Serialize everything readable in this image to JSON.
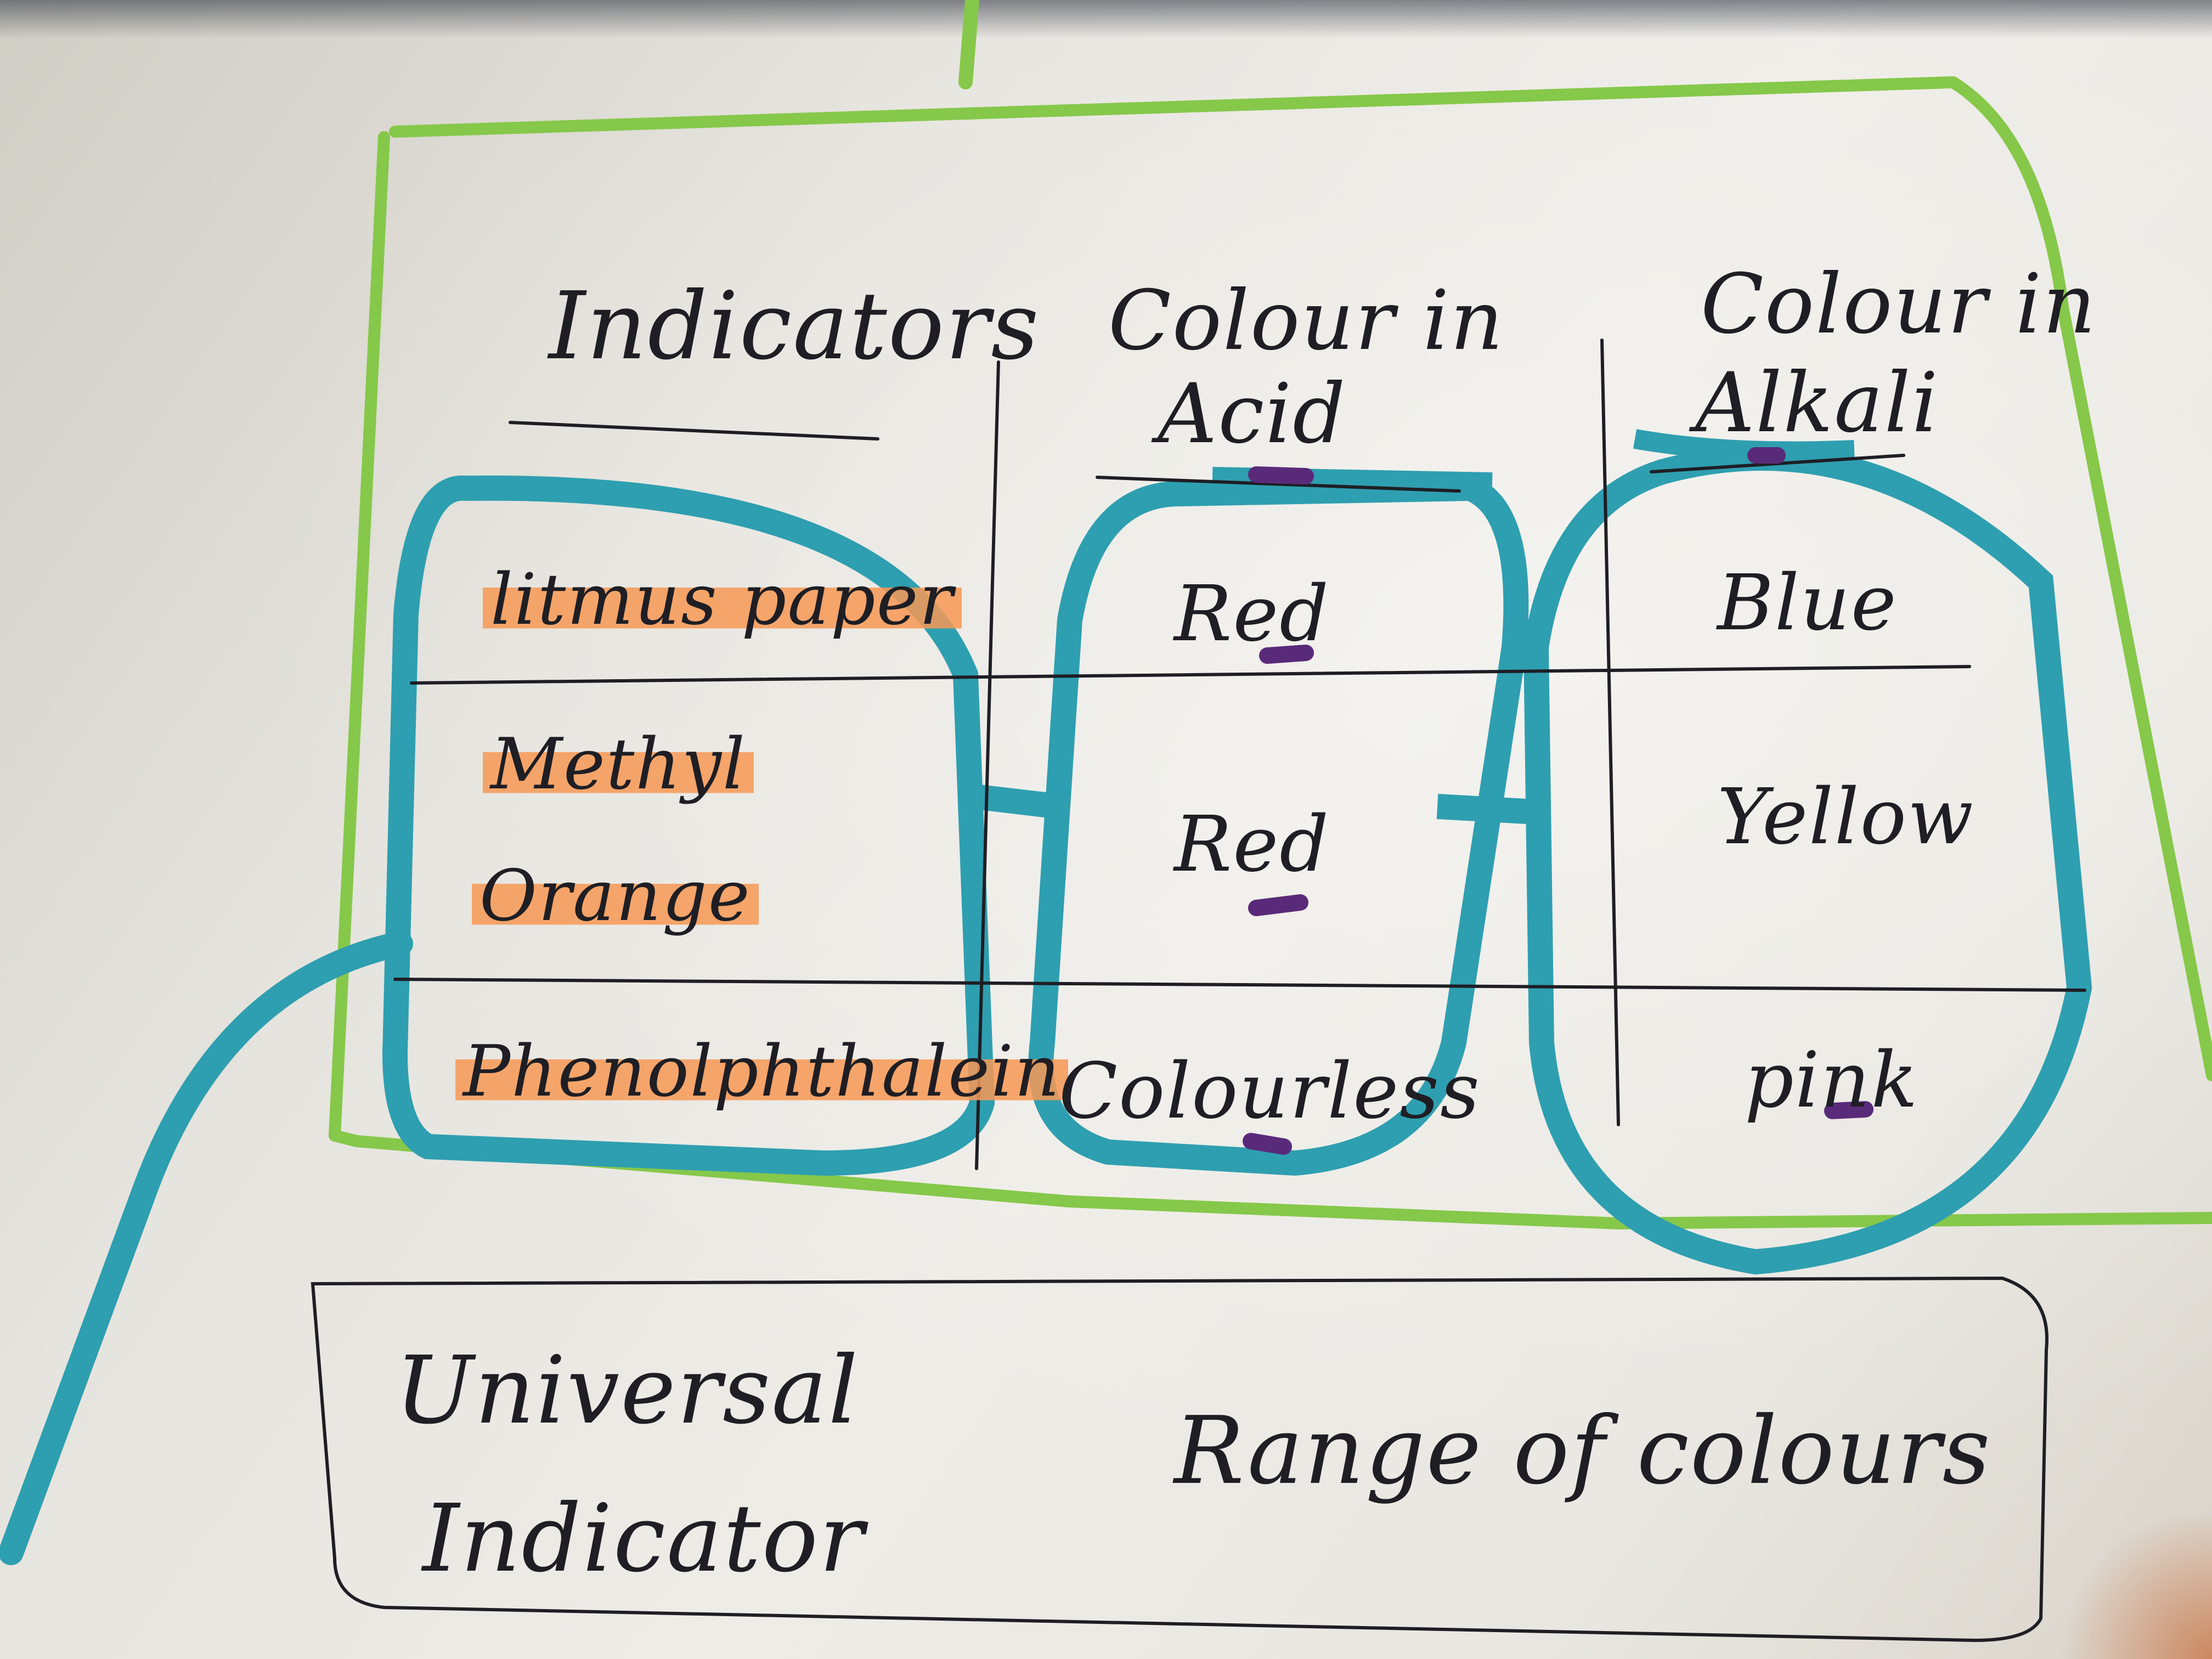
{
  "table": {
    "headers": {
      "indicators": "Indicators",
      "acid": [
        "Colour in",
        "Acid"
      ],
      "alkali": [
        "Colour in",
        "Alkali"
      ]
    },
    "rows": [
      {
        "indicator": [
          "litmus paper"
        ],
        "acid": "Red",
        "alkali": "Blue"
      },
      {
        "indicator": [
          "Methyl",
          "Orange"
        ],
        "acid": "Red",
        "alkali": "Yellow"
      },
      {
        "indicator": [
          "Phenolphthalein"
        ],
        "acid": "Colourless",
        "alkali": "pink"
      }
    ]
  },
  "universal": {
    "label": [
      "Universal",
      "Indicator"
    ],
    "description": "Range of colours"
  },
  "colors": {
    "green_border": "#86c84a",
    "teal_loop": "#2e9fb0",
    "ink": "#1e1e24",
    "highlight_orange": "#f79854",
    "dash_purple": "#5a2a7a"
  }
}
